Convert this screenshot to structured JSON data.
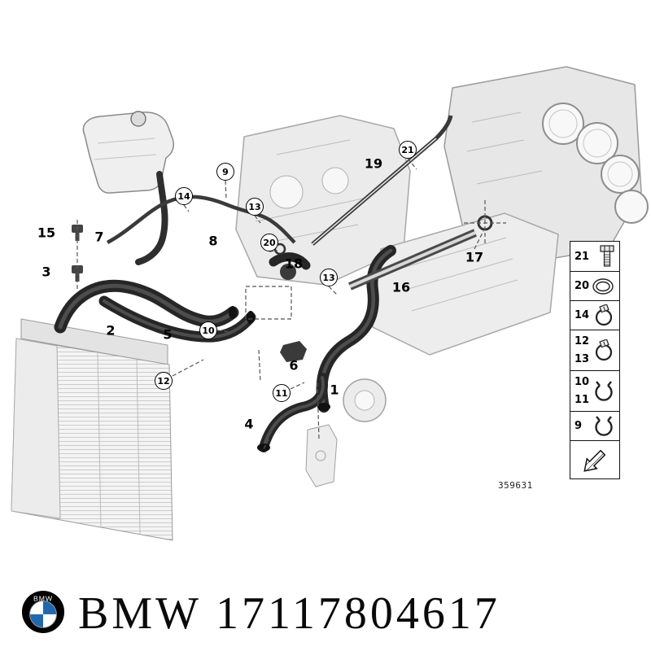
{
  "title": "BMW cooling system hoses parts diagram",
  "brand": "BMW",
  "part_number": "17117804617",
  "diagram_number": "359631",
  "colors": {
    "background": "#ffffff",
    "line_art": "#2a2a2a",
    "logo_blue": "#2167ae"
  },
  "callouts": [
    {
      "label": "15",
      "style": "plain"
    },
    {
      "label": "3",
      "style": "plain"
    },
    {
      "label": "7",
      "style": "plain"
    },
    {
      "label": "14",
      "style": "circle"
    },
    {
      "label": "9",
      "style": "circle"
    },
    {
      "label": "13",
      "style": "circle"
    },
    {
      "label": "8",
      "style": "plain"
    },
    {
      "label": "20",
      "style": "circle"
    },
    {
      "label": "18",
      "style": "plain"
    },
    {
      "label": "13",
      "style": "circle"
    },
    {
      "label": "19",
      "style": "plain"
    },
    {
      "label": "21",
      "style": "circle"
    },
    {
      "label": "17",
      "style": "plain"
    },
    {
      "label": "16",
      "style": "plain"
    },
    {
      "label": "2",
      "style": "plain"
    },
    {
      "label": "5",
      "style": "plain"
    },
    {
      "label": "10",
      "style": "circle"
    },
    {
      "label": "12",
      "style": "circle"
    },
    {
      "label": "11",
      "style": "circle"
    },
    {
      "label": "6",
      "style": "plain"
    },
    {
      "label": "1",
      "style": "plain"
    },
    {
      "label": "4",
      "style": "plain"
    }
  ],
  "legend": {
    "rows": [
      {
        "labels": [
          "21"
        ],
        "icon": "bolt-icon"
      },
      {
        "labels": [
          "20"
        ],
        "icon": "o-ring-icon"
      },
      {
        "labels": [
          "14"
        ],
        "icon": "hose-clamp-icon"
      },
      {
        "labels": [
          "12",
          "13"
        ],
        "icon": "hose-clamp-icon"
      },
      {
        "labels": [
          "10",
          "11"
        ],
        "icon": "spring-clamp-icon"
      },
      {
        "labels": [
          "9"
        ],
        "icon": "spring-clamp-icon"
      },
      {
        "labels": [],
        "icon": "arrow-hatched-icon"
      }
    ]
  }
}
